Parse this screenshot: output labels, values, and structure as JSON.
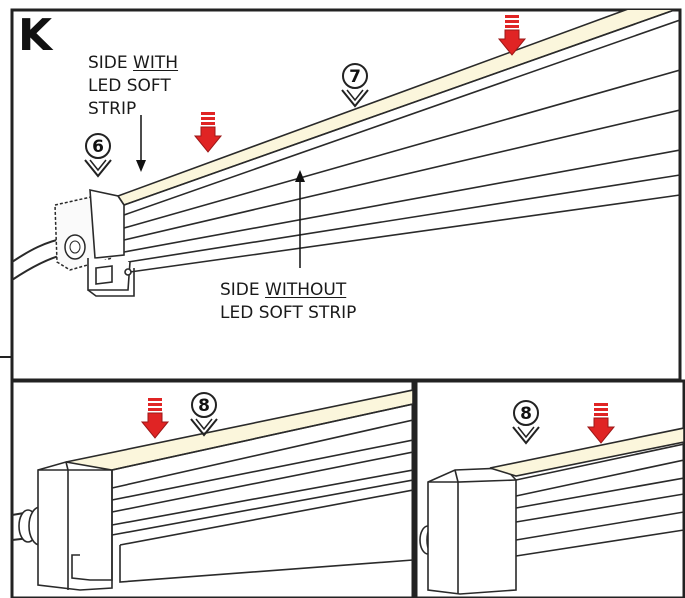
{
  "panel_letter": "K",
  "colors": {
    "frame": "#222222",
    "outline": "#2a2a2a",
    "led_strip": "#fbf6dc",
    "arrow_red": "#e02424",
    "arrow_red_dark": "#b31a1a",
    "shadow_gray": "#9a9a9a"
  },
  "labels": {
    "side_with": {
      "line1_prefix": "SIDE ",
      "line1_underlined": "WITH",
      "line2": "LED SOFT",
      "line3": "STRIP"
    },
    "side_without": {
      "line1_prefix": "SIDE ",
      "line1_underlined": "WITHOUT",
      "line2": "LED SOFT STRIP"
    }
  },
  "steps": {
    "step_6": "6",
    "step_7": "7",
    "step_8a": "8",
    "step_8b": "8"
  },
  "icons": {
    "push_arrow": "red-down-arrow-icon",
    "step_marker": "circled-step-chevron-icon"
  }
}
